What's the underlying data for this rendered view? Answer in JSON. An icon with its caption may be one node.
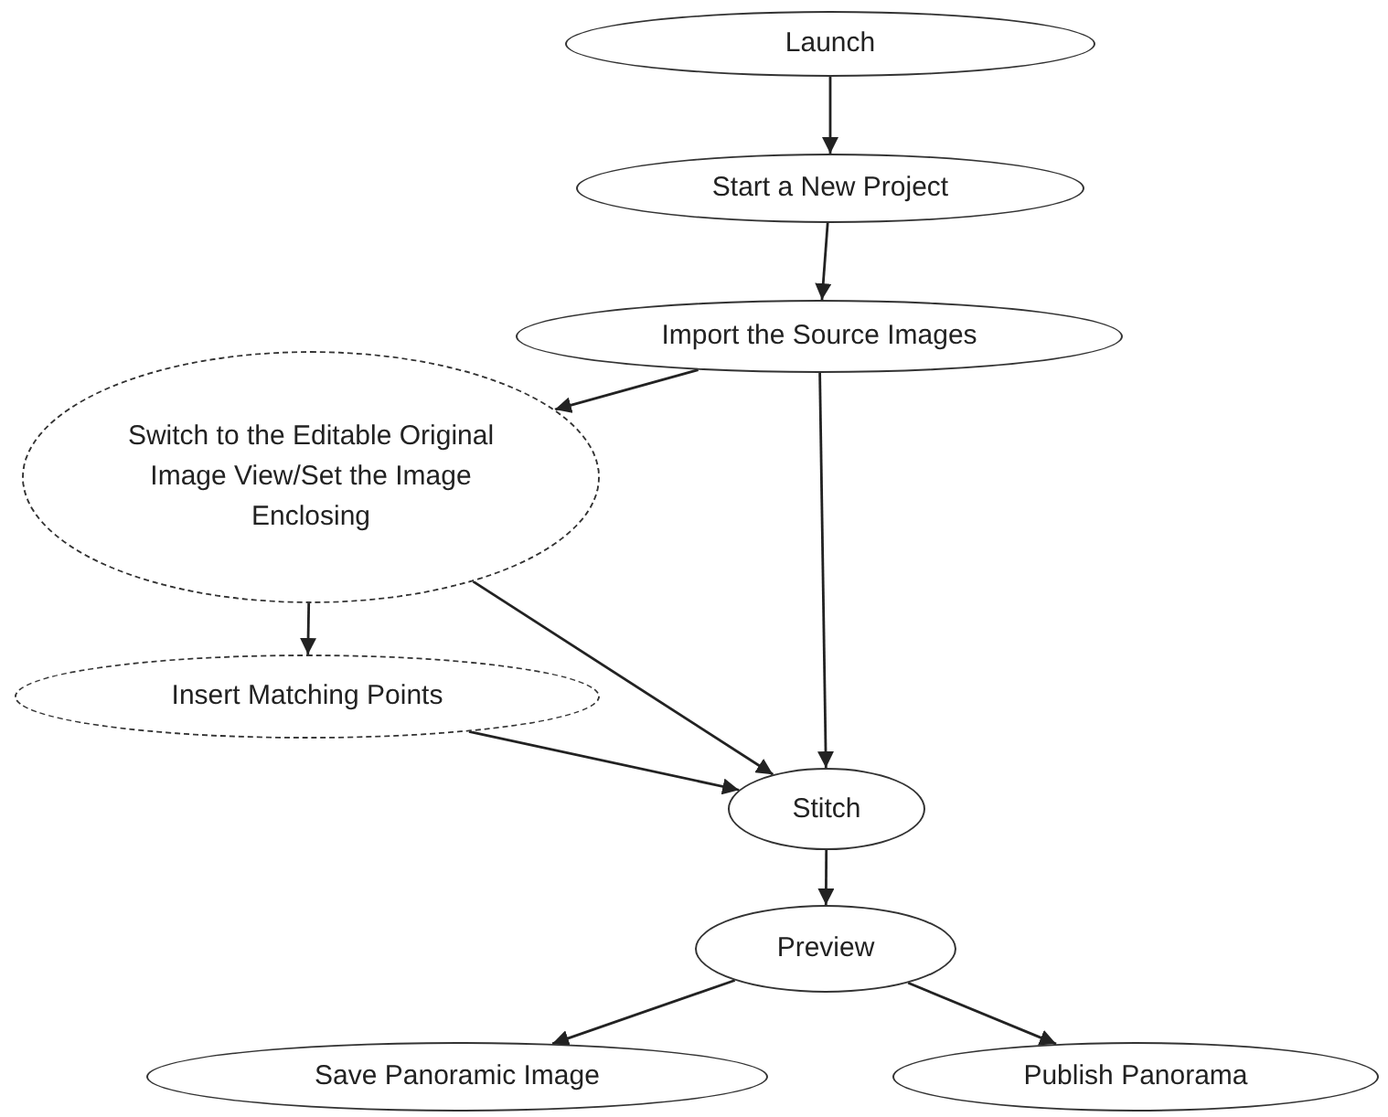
{
  "diagram": {
    "nodes": [
      {
        "text": [
          "Launch"
        ]
      },
      {
        "text": [
          "Start a New Project"
        ]
      },
      {
        "text": [
          "Import the Source Images"
        ]
      },
      {
        "text": [
          "Switch to the Editable Original Image View/Set the Image Enclosing"
        ]
      },
      {
        "text": [
          "Insert Matching Points"
        ]
      },
      {
        "text": [
          "Stitch"
        ]
      },
      {
        "text": [
          "Preview"
        ]
      },
      {
        "text": [
          "Save Panoramic Image"
        ]
      },
      {
        "text": [
          "Publish Panorama"
        ]
      }
    ],
    "edges": [
      {
        "from": 0,
        "to": 1,
        "arrow": "to"
      },
      {
        "from": 1,
        "to": 2,
        "arrow": "to"
      },
      {
        "from": 2,
        "to": 3,
        "arrow": "to"
      },
      {
        "from": 2,
        "to": 5,
        "arrow": "to"
      },
      {
        "from": 3,
        "to": 4,
        "arrow": "to"
      },
      {
        "from": 3,
        "to": 5,
        "arrow": "to"
      },
      {
        "from": 4,
        "to": 5,
        "arrow": "to"
      },
      {
        "from": 5,
        "to": 6,
        "arrow": "to"
      },
      {
        "from": 6,
        "to": 7,
        "arrow": "to"
      },
      {
        "from": 6,
        "to": 8,
        "arrow": "to"
      }
    ]
  }
}
